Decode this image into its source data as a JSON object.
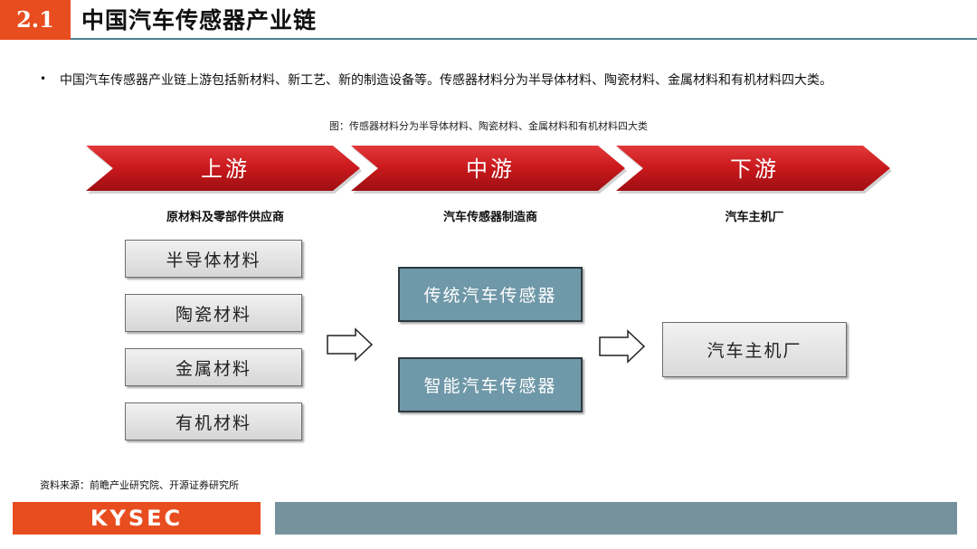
{
  "header": {
    "section_number": "2.1",
    "title": "中国汽车传感器产业链"
  },
  "bullet": "中国汽车传感器产业链上游包括新材料、新工艺、新的制造设备等。传感器材料分为半导体材料、陶瓷材料、金属材料和有机材料四大类。",
  "figure_caption": "图：传感器材料分为半导体材料、陶瓷材料、金属材料和有机材料四大类",
  "diagram": {
    "stages": [
      {
        "label": "上游",
        "description": "原材料及零部件供应商"
      },
      {
        "label": "中游",
        "description": "汽车传感器制造商"
      },
      {
        "label": "下游",
        "description": "汽车主机厂"
      }
    ],
    "upstream_items": [
      "半导体材料",
      "陶瓷材料",
      "金属材料",
      "有机材料"
    ],
    "midstream_items": [
      "传统汽车传感器",
      "智能汽车传感器"
    ],
    "downstream_items": [
      "汽车主机厂"
    ],
    "colors": {
      "chevron": "#c8181c",
      "maker_box": "#6f98a8",
      "brand": "#e84d1f"
    }
  },
  "source": "资料来源：前瞻产业研究院、开源证券研究所",
  "footer": {
    "logo": "KYSEC"
  }
}
